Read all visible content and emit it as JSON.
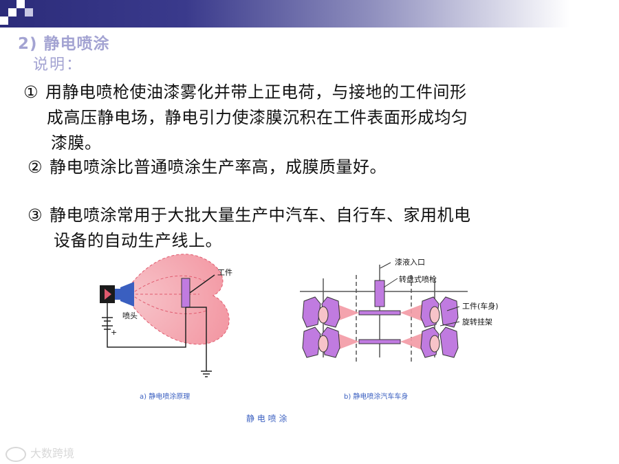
{
  "section_title": "2) 静电喷涂",
  "subtitle": "说明：",
  "points": [
    {
      "num": "①",
      "lines": [
        "用静电喷枪使油漆雾化并带上正电荷，与接地的工件间形",
        "成高压静电场，静电引力使漆膜沉积在工件表面形成均匀",
        "漆膜。"
      ]
    },
    {
      "num": "②",
      "lines": [
        "静电喷涂比普通喷涂生产率高，成膜质量好。"
      ]
    },
    {
      "num": "③",
      "lines": [
        "静电喷涂常用于大批大量生产中汽车、自行车、家用机电",
        "设备的自动生产线上。"
      ]
    }
  ],
  "figure": {
    "left": {
      "label_workpiece": "工件",
      "label_nozzle": "喷头",
      "label_plus": "+",
      "caption": "a) 静电喷涂原理"
    },
    "right": {
      "label_paint_inlet": "漆液入口",
      "label_rotary_gun": "转盘式喷枪",
      "label_workpiece": "工件(车身)",
      "label_rotating_hanger": "旋转挂架",
      "caption": "b) 静电喷涂汽车车身"
    },
    "main_caption": "静 电 喷 涂"
  },
  "watermark": "大数跨境",
  "colors": {
    "title": "#a3a3d2",
    "spray": "#e05a6e",
    "part": "#c07be0"
  }
}
